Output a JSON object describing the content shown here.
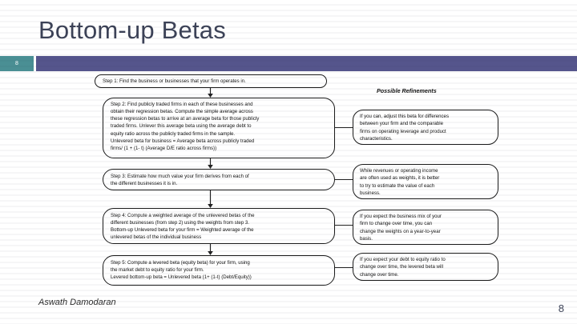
{
  "slide": {
    "title": "Bottom-up Betas",
    "number_badge": "8",
    "accent_teal": "#4a8f94",
    "accent_purple": "#55558c",
    "title_color": "#3c4257"
  },
  "diagram": {
    "refinements_heading": "Possible Refinements",
    "steps": [
      {
        "id": "step-1",
        "lines": [
          "Step 1: Find the business or businesses that your firm operates in."
        ]
      },
      {
        "id": "step-2",
        "lines": [
          "Step 2: Find publicly traded firms in each of these businesses and",
          "obtain their regression betas. Compute the simple average across",
          "these regression betas to arrive at an average beta for those publicly",
          "traded firms. Unlever this average beta using the average debt to",
          "equity ratio across the publicly traded firms in the sample.",
          "Unlevered beta for business = Average beta across publicly traded",
          "firms/ (1 + (1- t) (Average D/E ratio across firms))"
        ]
      },
      {
        "id": "step-3",
        "lines": [
          "Step 3: Estimate how much value your firm derives from each of",
          "the different businesses it is in."
        ]
      },
      {
        "id": "step-4",
        "lines": [
          "Step 4: Compute a weighted average of the unlevered betas of the",
          "different businesses (from step 2) using the weights from step 3.",
          "Bottom-up Unlevered beta for your firm = Weighted average of the",
          "unlevered betas of the individual business"
        ]
      },
      {
        "id": "step-5",
        "lines": [
          "Step 5: Compute a levered beta (equity beta) for your firm, using",
          "the market debt to equity ratio for your firm.",
          "Levered bottom-up beta = Unlevered beta (1+ (1-t) (Debt/Equity))"
        ]
      }
    ],
    "refinements": [
      {
        "id": "refinement-1",
        "lines": [
          "If you can, adjust this beta for differences",
          "between your firm and the comparable",
          "firms on operating leverage and product",
          "characteristics."
        ]
      },
      {
        "id": "refinement-2",
        "lines": [
          "While revenues or operating income",
          "are often used as weights, it is better",
          "to try to estimate the value of each",
          "business."
        ]
      },
      {
        "id": "refinement-3",
        "lines": [
          "If you expect the business mix of your",
          "firm to change over time, you can",
          "change the weights on a year-to-year",
          "basis."
        ]
      },
      {
        "id": "refinement-4",
        "lines": [
          "If you expect your debt to equity ratio to",
          "change over time, the levered beta will",
          "change over time."
        ]
      }
    ]
  },
  "footer": {
    "author": "Aswath Damodaran",
    "page_number": "8"
  }
}
